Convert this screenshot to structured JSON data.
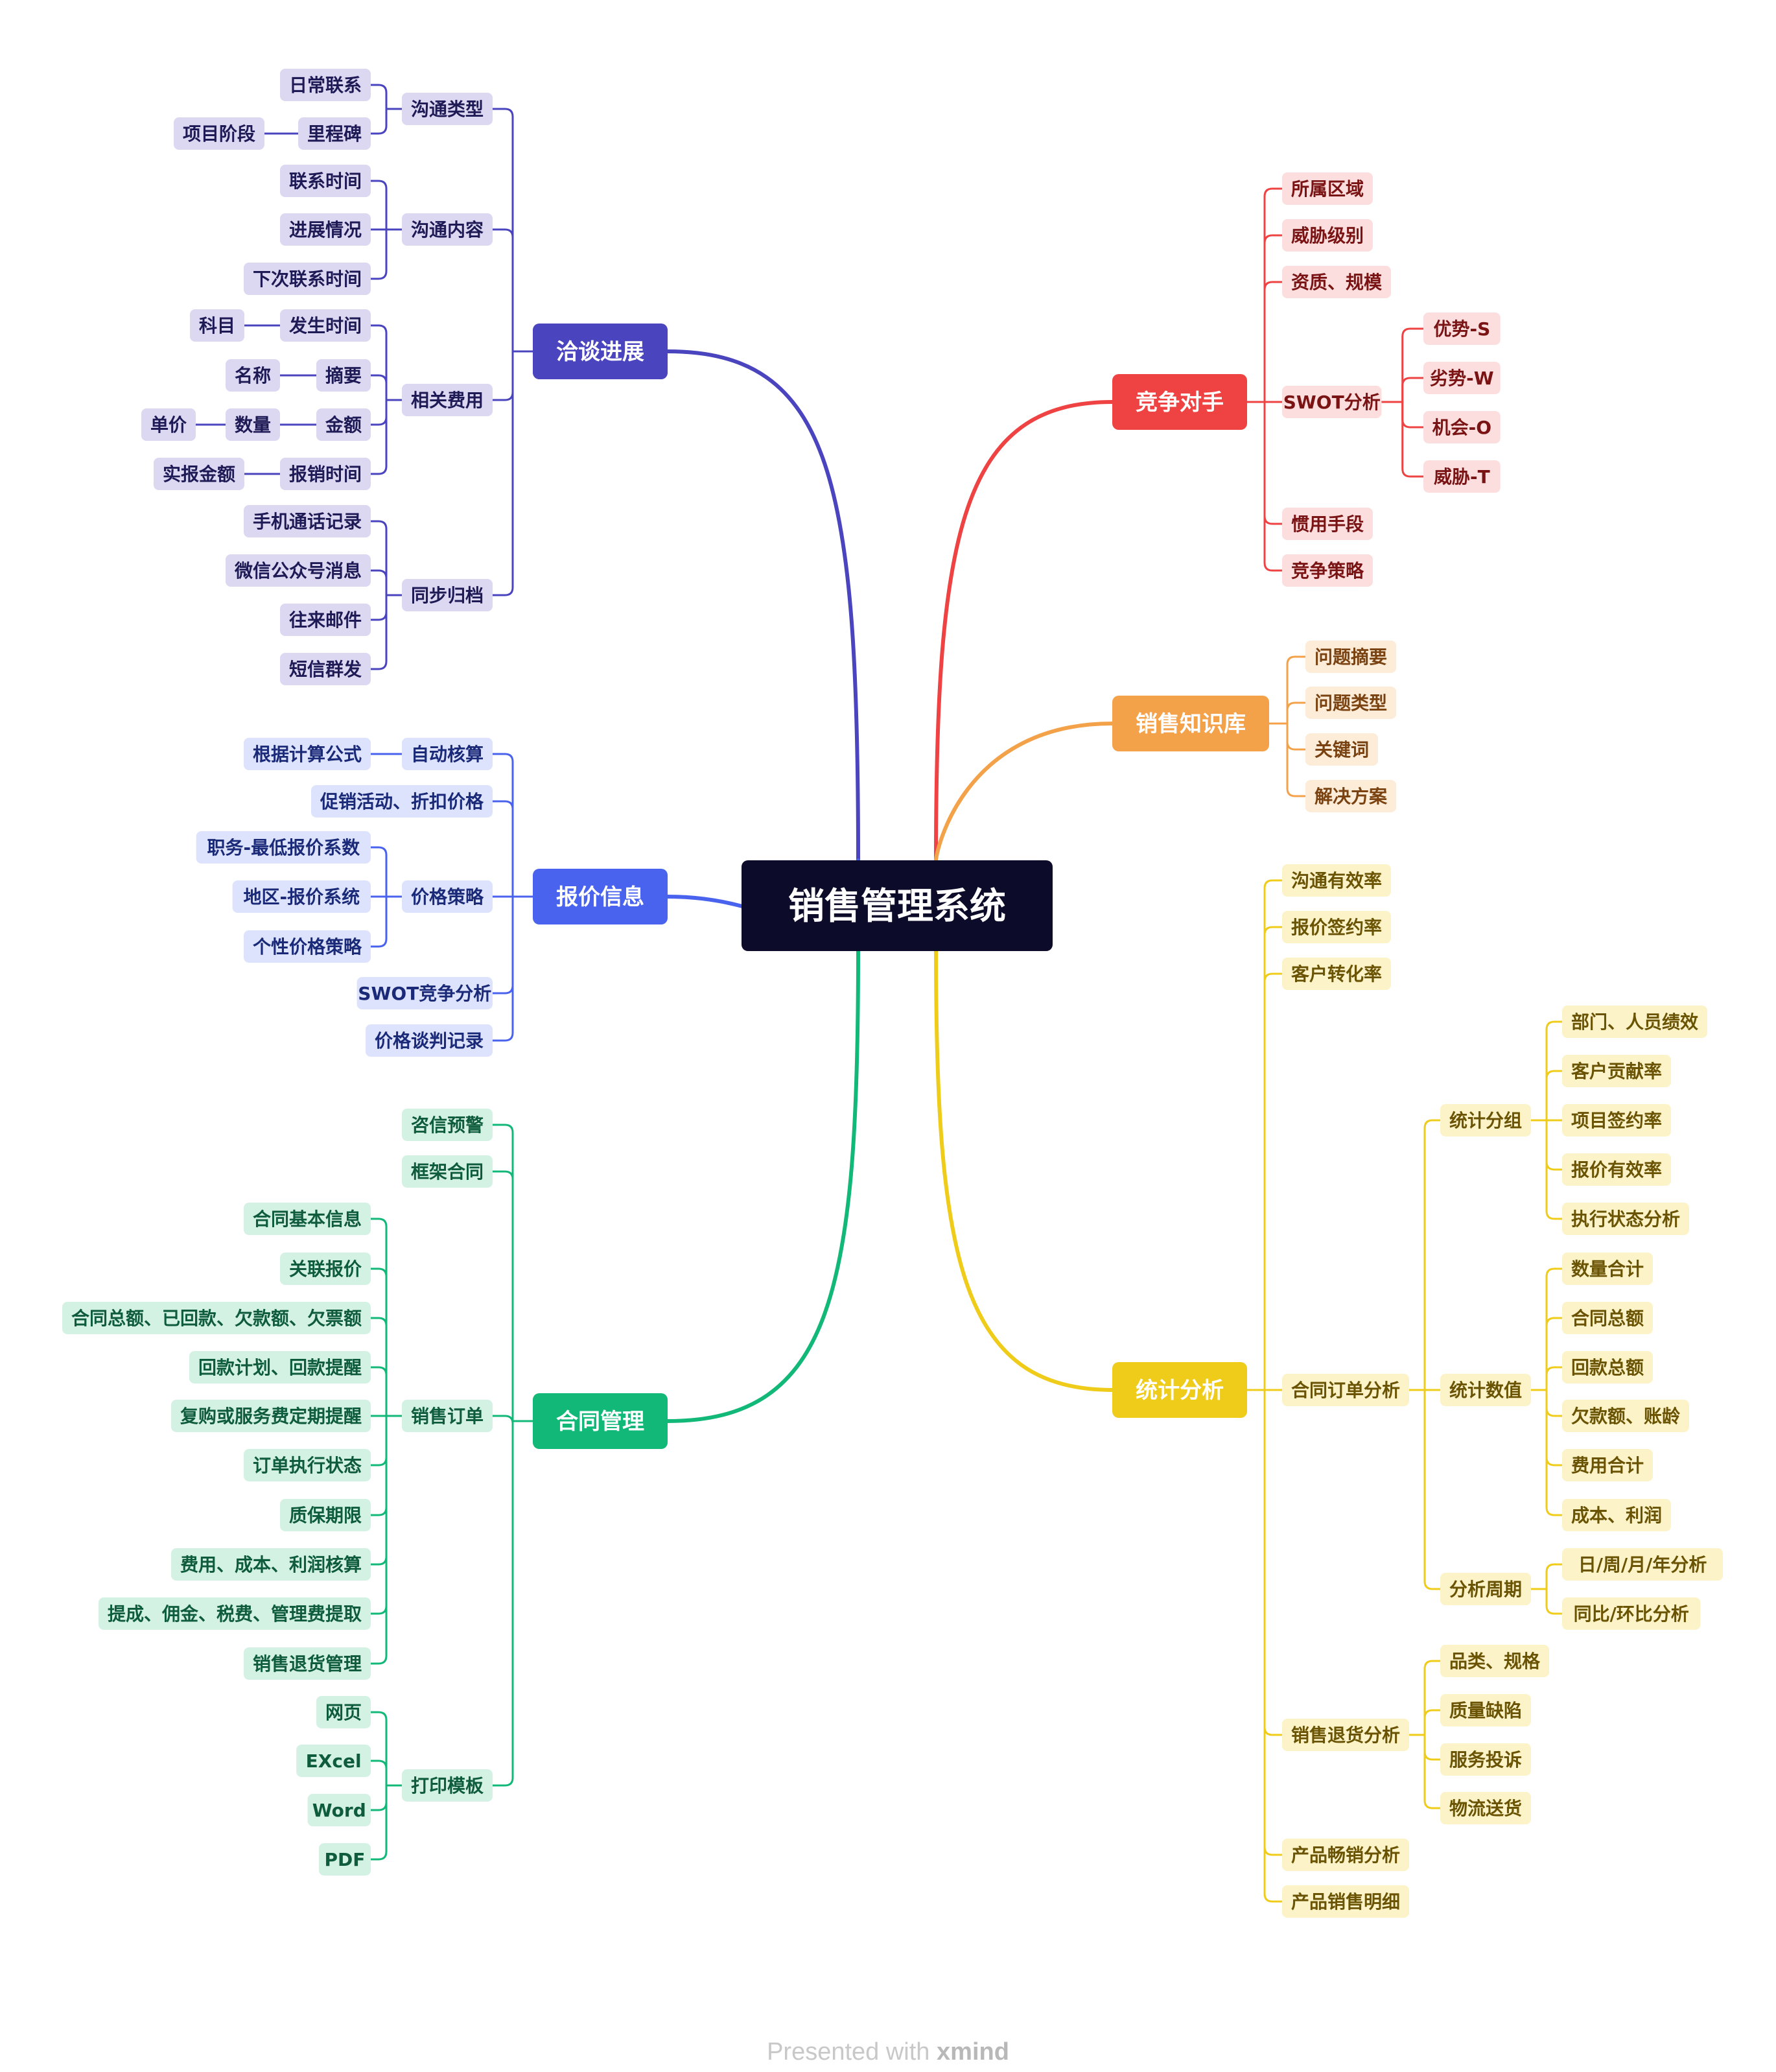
{
  "root": {
    "label": "销售管理系统"
  },
  "colors": {
    "root_bg": "#0c0c2a",
    "blue1": {
      "branch": "#4a44be",
      "node": "#dcd8f2",
      "text": "#1e1a55"
    },
    "blue2": {
      "branch": "#4a63ef",
      "node": "#dde3fc",
      "text": "#1a2a78"
    },
    "green": {
      "branch": "#12b878",
      "node": "#d4f2e3",
      "text": "#0e5c3c"
    },
    "red": {
      "branch": "#ef4242",
      "node": "#fcdede",
      "text": "#7a1414"
    },
    "orange": {
      "branch": "#f4a24a",
      "node": "#fdecd8",
      "text": "#7a4210"
    },
    "yellow": {
      "branch": "#f0cc1a",
      "node": "#fcf3c8",
      "text": "#6a5404"
    }
  },
  "left_branches": [
    {
      "label": "洽谈进展",
      "theme": "blue1",
      "children": [
        {
          "label": "沟通类型",
          "children": [
            {
              "label": "日常联系"
            },
            {
              "label": "里程碑",
              "children": [
                {
                  "label": "项目阶段"
                }
              ]
            }
          ]
        },
        {
          "label": "沟通内容",
          "children": [
            {
              "label": "联系时间"
            },
            {
              "label": "进展情况"
            },
            {
              "label": "下次联系时间"
            }
          ]
        },
        {
          "label": "相关费用",
          "children": [
            {
              "label": "发生时间",
              "children": [
                {
                  "label": "科目"
                }
              ]
            },
            {
              "label": "摘要",
              "children": [
                {
                  "label": "名称"
                }
              ]
            },
            {
              "label": "金额",
              "children": [
                {
                  "label": "数量",
                  "children": [
                    {
                      "label": "单价"
                    }
                  ]
                }
              ]
            },
            {
              "label": "报销时间",
              "children": [
                {
                  "label": "实报金额"
                }
              ]
            }
          ]
        },
        {
          "label": "同步归档",
          "children": [
            {
              "label": "手机通话记录"
            },
            {
              "label": "微信公众号消息"
            },
            {
              "label": "往来邮件"
            },
            {
              "label": "短信群发"
            }
          ]
        }
      ]
    },
    {
      "label": "报价信息",
      "theme": "blue2",
      "children": [
        {
          "label": "自动核算",
          "children": [
            {
              "label": "根据计算公式"
            }
          ]
        },
        {
          "label": "促销活动、折扣价格"
        },
        {
          "label": "价格策略",
          "children": [
            {
              "label": "职务-最低报价系数"
            },
            {
              "label": "地区-报价系统"
            },
            {
              "label": "个性价格策略"
            }
          ]
        },
        {
          "label": "SWOT竞争分析"
        },
        {
          "label": "价格谈判记录"
        }
      ]
    },
    {
      "label": "合同管理",
      "theme": "green",
      "children": [
        {
          "label": "咨信预警"
        },
        {
          "label": "框架合同"
        },
        {
          "label": "销售订单",
          "children": [
            {
              "label": "合同基本信息"
            },
            {
              "label": "关联报价"
            },
            {
              "label": "合同总额、已回款、欠款额、欠票额"
            },
            {
              "label": "回款计划、回款提醒"
            },
            {
              "label": "复购或服务费定期提醒"
            },
            {
              "label": "订单执行状态"
            },
            {
              "label": "质保期限"
            },
            {
              "label": "费用、成本、利润核算"
            },
            {
              "label": "提成、佣金、税费、管理费提取"
            },
            {
              "label": "销售退货管理"
            }
          ]
        },
        {
          "label": "打印模板",
          "children": [
            {
              "label": "网页"
            },
            {
              "label": "EXcel"
            },
            {
              "label": "Word"
            },
            {
              "label": "PDF"
            }
          ]
        }
      ]
    }
  ],
  "right_branches": [
    {
      "label": "竞争对手",
      "theme": "red",
      "children": [
        {
          "label": "所属区域"
        },
        {
          "label": "威胁级别"
        },
        {
          "label": "资质、规模"
        },
        {
          "label": "SWOT分析",
          "children": [
            {
              "label": "优势-S"
            },
            {
              "label": "劣势-W"
            },
            {
              "label": "机会-O"
            },
            {
              "label": "威胁-T"
            }
          ]
        },
        {
          "label": "惯用手段"
        },
        {
          "label": "竞争策略"
        }
      ]
    },
    {
      "label": "销售知识库",
      "theme": "orange",
      "children": [
        {
          "label": "问题摘要"
        },
        {
          "label": "问题类型"
        },
        {
          "label": "关键词"
        },
        {
          "label": "解决方案"
        }
      ]
    },
    {
      "label": "统计分析",
      "theme": "yellow",
      "children": [
        {
          "label": "沟通有效率"
        },
        {
          "label": "报价签约率"
        },
        {
          "label": "客户转化率"
        },
        {
          "label": "合同订单分析",
          "children": [
            {
              "label": "统计分组",
              "children": [
                {
                  "label": "部门、人员绩效"
                },
                {
                  "label": "客户贡献率"
                },
                {
                  "label": "项目签约率"
                },
                {
                  "label": "报价有效率"
                },
                {
                  "label": "执行状态分析"
                }
              ]
            },
            {
              "label": "统计数值",
              "children": [
                {
                  "label": "数量合计"
                },
                {
                  "label": "合同总额"
                },
                {
                  "label": "回款总额"
                },
                {
                  "label": "欠款额、账龄"
                },
                {
                  "label": "费用合计"
                },
                {
                  "label": "成本、利润"
                }
              ]
            },
            {
              "label": "分析周期",
              "children": [
                {
                  "label": "日/周/月/年分析"
                },
                {
                  "label": "同比/环比分析"
                }
              ]
            }
          ]
        },
        {
          "label": "销售退货分析",
          "children": [
            {
              "label": "品类、规格"
            },
            {
              "label": "质量缺陷"
            },
            {
              "label": "服务投诉"
            },
            {
              "label": "物流送货"
            }
          ]
        },
        {
          "label": "产品畅销分析"
        },
        {
          "label": "产品销售明细"
        }
      ]
    }
  ],
  "footer": {
    "prefix": "Presented with",
    "brand": "xmind"
  }
}
